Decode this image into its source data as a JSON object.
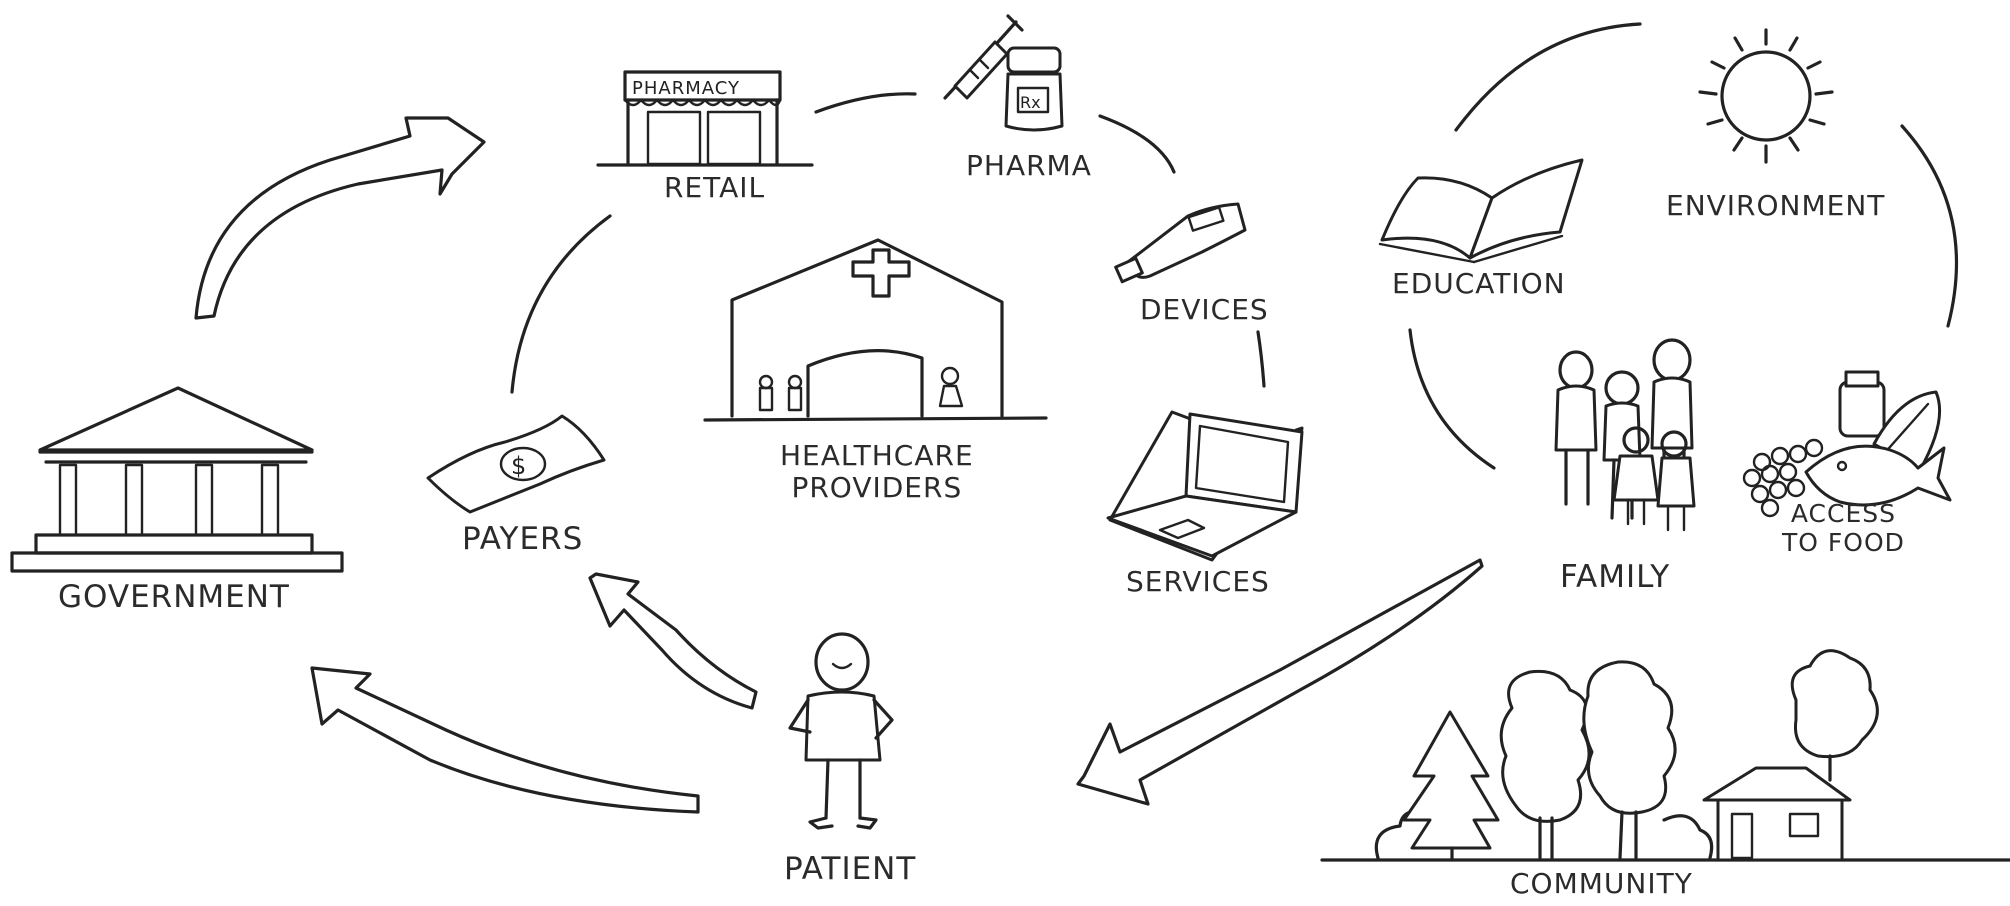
{
  "labels": {
    "government": "GOVERNMENT",
    "payers": "PAYERS",
    "retail": "RETAIL",
    "pharmacy_sign": "PHARMACY",
    "pharma": "PHARMA",
    "rx": "Rx",
    "devices": "DEVICES",
    "healthcare_providers_1": "HEALTHCARE",
    "healthcare_providers_2": "PROVIDERS",
    "services": "SERVICES",
    "patient": "PATIENT",
    "education": "EDUCATION",
    "environment": "ENVIRONMENT",
    "family": "FAMILY",
    "access_to_food_1": "ACCESS",
    "access_to_food_2": "TO FOOD",
    "community": "COMMUNITY",
    "money": "$"
  },
  "colors": {
    "ink": "#222222",
    "paper": "#ffffff"
  },
  "icons": [
    "government-building-icon",
    "money-bill-icon",
    "pharmacy-storefront-icon",
    "syringe-icon",
    "pill-bottle-icon",
    "usb-device-icon",
    "hospital-icon",
    "laptop-icon",
    "patient-figure-icon",
    "open-book-icon",
    "sun-icon",
    "family-figures-icon",
    "food-icon",
    "community-trees-house-icon"
  ]
}
